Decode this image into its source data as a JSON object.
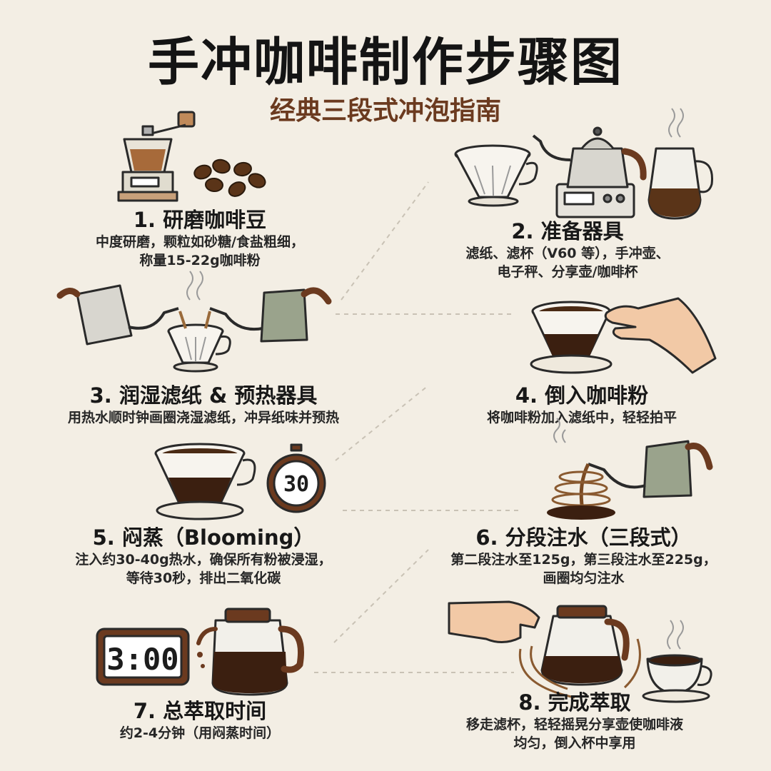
{
  "title": "手冲咖啡制作步骤图",
  "subtitle": "经典三段式冲泡指南",
  "steps": [
    {
      "title": "1. 研磨咖啡豆",
      "desc": [
        "中度研磨，颗粒如砂糖/食盐粗细，",
        "称量15-22g咖啡粉"
      ]
    },
    {
      "title": "2. 准备器具",
      "desc": [
        "滤纸、滤杯（V60 等），手冲壶、",
        "电子秤、分享壶/咖啡杯"
      ]
    },
    {
      "title": "3. 润湿滤纸 & 预热器具",
      "desc": [
        "用热水顺时钟画圈浇湿滤纸，冲异纸味并预热"
      ]
    },
    {
      "title": "4. 倒入咖啡粉",
      "desc": [
        "将咖啡粉加入滤纸中，轻轻拍平"
      ]
    },
    {
      "title": "5. 闷蒸（Blooming）",
      "desc": [
        "注入约30-40g热水，确保所有粉被浸湿，",
        "等待30秒，排出二氧化碳"
      ]
    },
    {
      "title": "6. 分段注水（三段式）",
      "desc": [
        "第二段注水至125g，第三段注水至225g，",
        "画圈均匀注水"
      ]
    },
    {
      "title": "7. 总萃取时间",
      "desc": [
        "约2-4分钟（用闷蒸时间）"
      ]
    },
    {
      "title": "8. 完成萃取",
      "desc": [
        "移走滤杯，轻轻摇晃分享壶使咖啡液",
        "均匀，倒入杯中享用"
      ]
    }
  ],
  "timer_text": "30",
  "clock_text": "3:00",
  "colors": {
    "coffee": "#3b1f10",
    "wood": "#6b3a1f",
    "kettle_silver": "#d8d6cf",
    "kettle_green": "#9aa38c",
    "background": "#f3eee4"
  }
}
